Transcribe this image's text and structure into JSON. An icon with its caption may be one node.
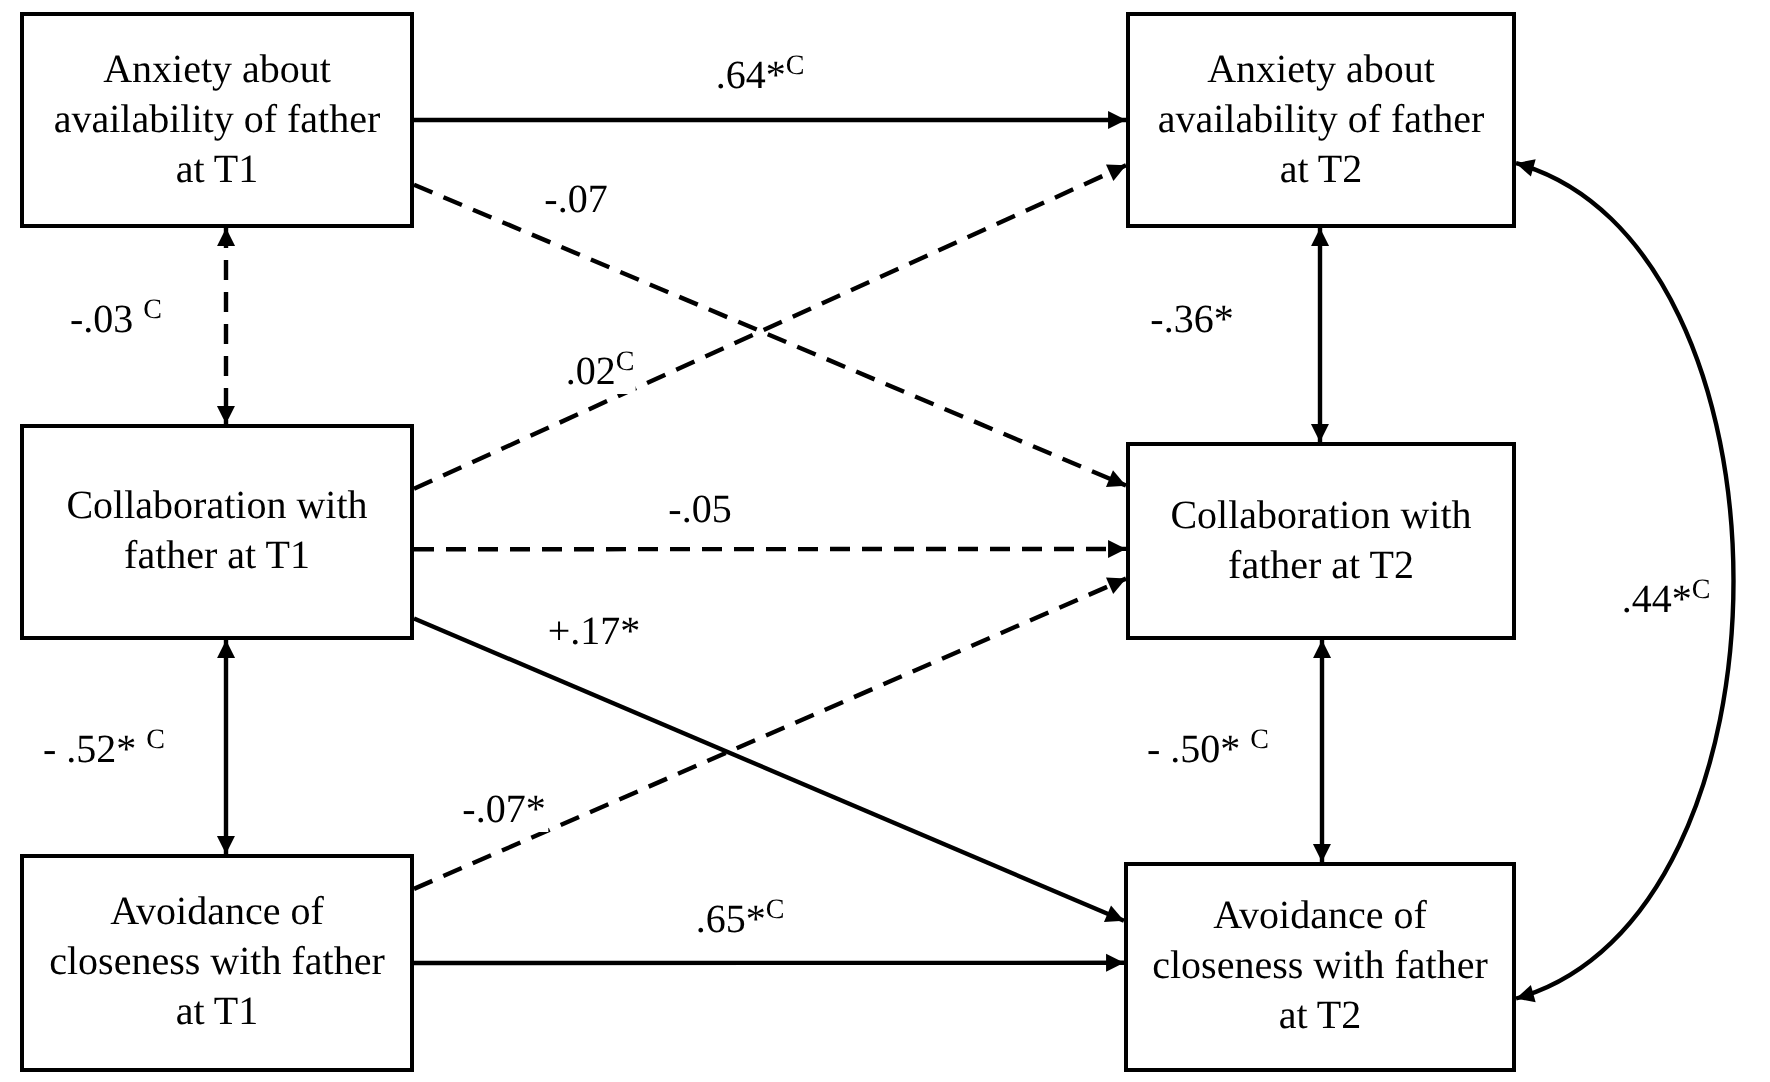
{
  "diagram": {
    "nodes": [
      {
        "text": [
          "Anxiety about availability of father at T1"
        ]
      },
      {
        "text": [
          "Anxiety about availability of father at T2"
        ]
      },
      {
        "text": [
          "Collaboration with father at T1"
        ]
      },
      {
        "text": [
          "Collaboration with father at T2"
        ]
      },
      {
        "text": [
          "Avoidance of closeness with father at T1"
        ]
      },
      {
        "text": [
          "Avoidance of closeness with father at T2"
        ]
      }
    ],
    "edges": [
      {
        "from": 0,
        "to": 1,
        "arrow": "to",
        "label": ".64*$^{C}$"
      },
      {
        "from": 0,
        "to": 3,
        "arrow": "to",
        "label": "-.07",
        "style": "dashed"
      },
      {
        "from": 0,
        "to": 2,
        "arrow": "both",
        "label": "-.03 $^{C}$",
        "style": "dashed"
      },
      {
        "from": 2,
        "to": 1,
        "arrow": "to",
        "label": ".02$^{C}$",
        "style": "dashed"
      },
      {
        "from": 1,
        "to": 3,
        "arrow": "both",
        "label": "-.36*"
      },
      {
        "from": 2,
        "to": 3,
        "arrow": "to",
        "label": "-.05",
        "style": "dashed"
      },
      {
        "from": 1,
        "to": 5,
        "arrow": "both",
        "label": ".44*$^{C}$"
      },
      {
        "from": 2,
        "to": 5,
        "arrow": "to",
        "label": "+.17*"
      },
      {
        "from": 2,
        "to": 4,
        "arrow": "both",
        "label": "- .52* $^{C}$"
      },
      {
        "from": 3,
        "to": 5,
        "arrow": "both",
        "label": "- .50* $^{C}$"
      },
      {
        "from": 4,
        "to": 3,
        "arrow": "to",
        "label": "-.07*",
        "style": "dashed"
      },
      {
        "from": 4,
        "to": 5,
        "arrow": "to",
        "label": ".65*$^{C}$"
      }
    ]
  }
}
